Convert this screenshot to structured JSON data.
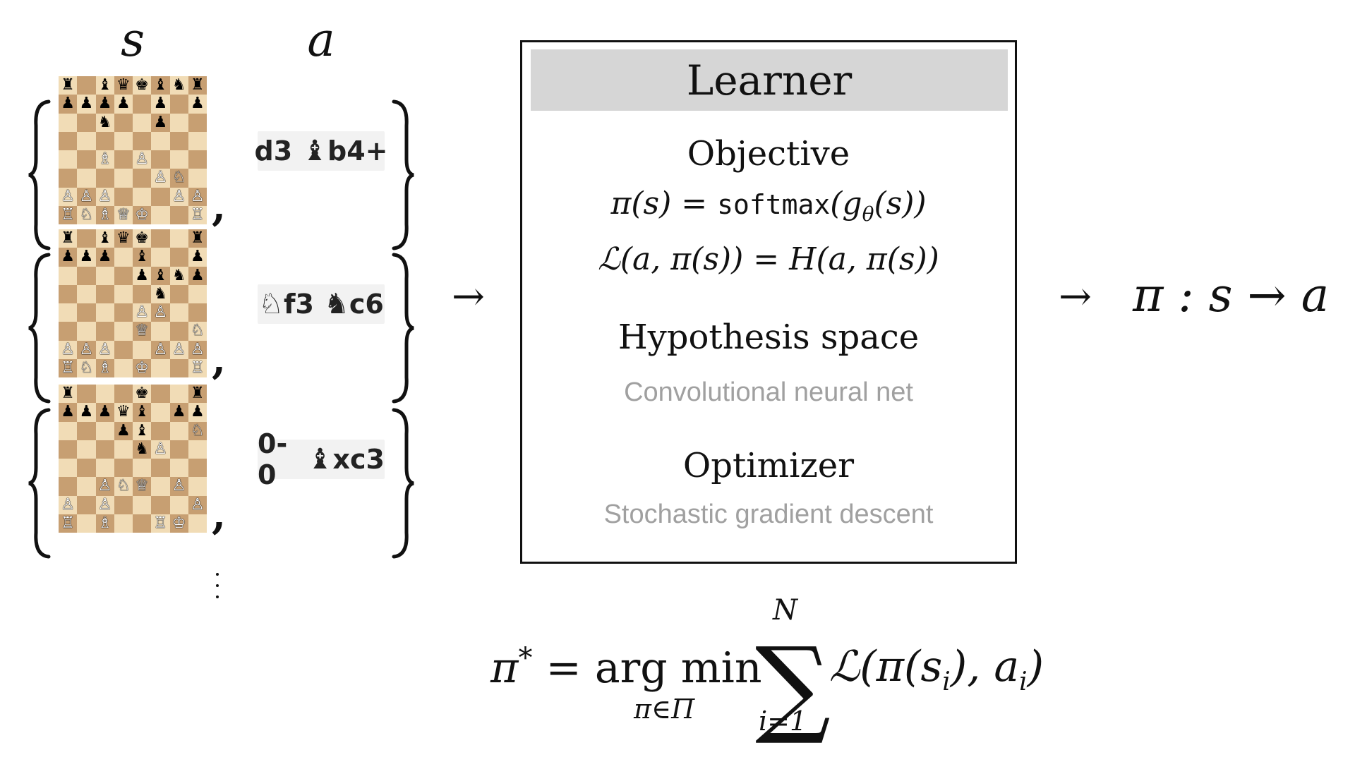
{
  "dataset": {
    "state_label": "s",
    "action_label": "a",
    "examples": [
      {
        "board": [
          "r . b q k b n r",
          "p p p p . p . p",
          ". . n . . p . .",
          ". . . . . . . .",
          ". . B . P . . .",
          ". . . . . P N .",
          "P P P . . . P P",
          "R N B Q K . . R"
        ],
        "move1": {
          "text": "d3",
          "piece": "",
          "piece_color": ""
        },
        "move2": {
          "text": "b4+",
          "piece": "♝",
          "piece_color": "black"
        }
      },
      {
        "board": [
          "r . b q k . . r",
          "p p p . b . . p",
          ". . . . p b n p",
          ". . . . . n . .",
          ". . . . P P . .",
          ". . . . Q . . N",
          "P P P . . P P P",
          "R N B . K . . R"
        ],
        "move1": {
          "text": "f3",
          "piece": "♘",
          "piece_color": "white"
        },
        "move2": {
          "text": "c6",
          "piece": "♞",
          "piece_color": "black"
        }
      },
      {
        "board": [
          "r . . . k . . r",
          "p p p q b . p p",
          ". . . p b . . N",
          ". . . . n P . .",
          ". . . . . . . .",
          ". . P N Q . P .",
          "P . P . . . . P",
          "R . B . . R K ."
        ],
        "move1": {
          "text": "0-0",
          "piece": "",
          "piece_color": ""
        },
        "move2": {
          "text": "xc3",
          "piece": "♝",
          "piece_color": "black"
        }
      }
    ],
    "separator": ","
  },
  "arrows": {
    "to_learner": "→",
    "from_learner": "→"
  },
  "learner": {
    "title": "Learner",
    "objective_title": "Objective",
    "policy_eq": {
      "lhs": "π(s) = ",
      "fn": "softmax",
      "arg": "(g",
      "sub": "θ",
      "tail": "(s))"
    },
    "loss_eq": "ℒ(a, π(s)) = H(a, π(s))",
    "hypothesis_title": "Hypothesis space",
    "hypothesis_value": "Convolutional neural net",
    "optimizer_title": "Optimizer",
    "optimizer_value": "Stochastic gradient descent"
  },
  "result": "π : s → a",
  "optimization": {
    "lhs": "π",
    "star": "*",
    "op": " = arg min",
    "op_sub": "π∈Π",
    "sum_upper": "N",
    "sum_lower": "i=1",
    "body": "ℒ(π(s",
    "body_sub1": "i",
    "body_mid": "), a",
    "body_sub2": "i",
    "body_end": ")"
  }
}
